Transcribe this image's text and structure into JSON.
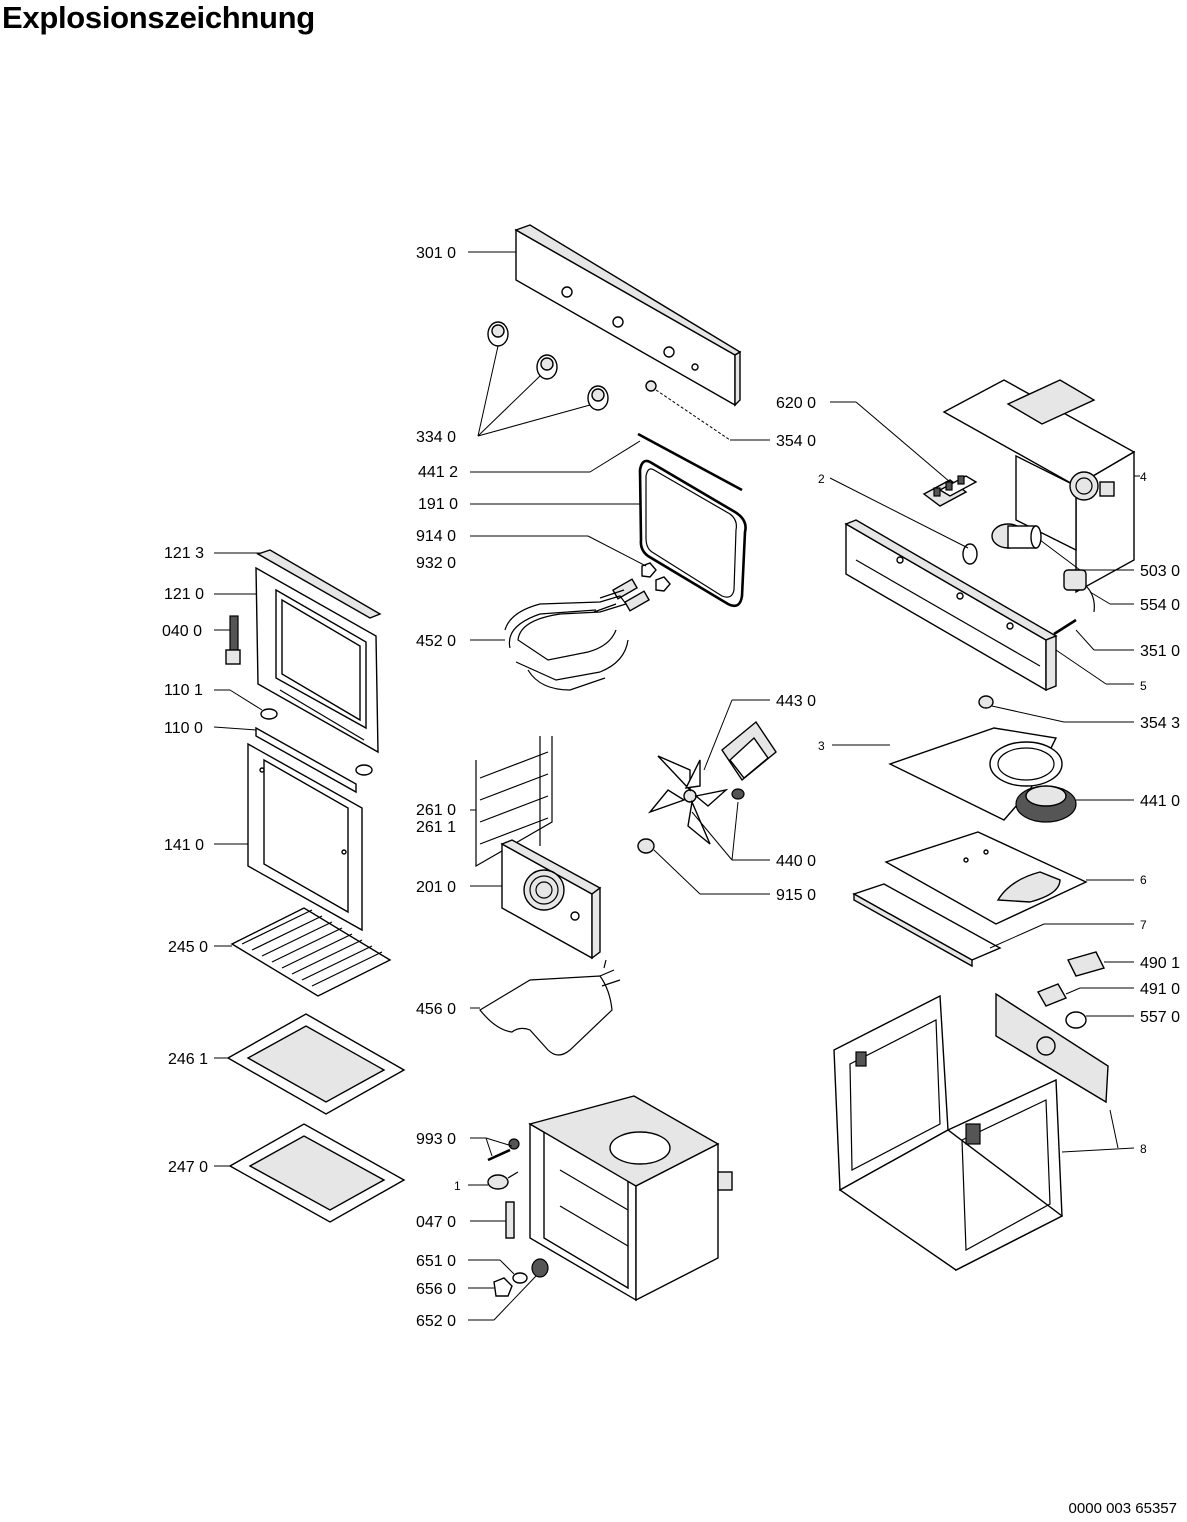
{
  "title": "Explosionszeichnung",
  "doc_number": "0000 003 65357",
  "labels": {
    "l3010": "301 0",
    "l3340": "334 0",
    "l3540": "354 0",
    "l4412": "441 2",
    "l1910": "191 0",
    "l9140": "914 0",
    "l9320": "932 0",
    "l4520": "452 0",
    "l1213": "121 3",
    "l1210": "121 0",
    "l0400": "040 0",
    "l1101": "110 1",
    "l1100": "110 0",
    "l1410": "141 0",
    "l2450": "245 0",
    "l2461": "246 1",
    "l2470": "247 0",
    "l2610": "261 0",
    "l2611": "261 1",
    "l2010": "201 0",
    "l4560": "456 0",
    "l9930": "993 0",
    "l1": "1",
    "l0470": "047 0",
    "l6510": "651 0",
    "l6560": "656 0",
    "l6520": "652 0",
    "l6200": "620 0",
    "l2": "2",
    "l4": "4",
    "l5030": "503 0",
    "l5540": "554 0",
    "l3510": "351 0",
    "l5": "5",
    "l3543": "354 3",
    "l4430": "443 0",
    "l3": "3",
    "l4410": "441 0",
    "l4400": "440 0",
    "l9150": "915 0",
    "l6": "6",
    "l7": "7",
    "l4901": "490 1",
    "l4910": "491 0",
    "l5570": "557 0",
    "l8": "8"
  }
}
